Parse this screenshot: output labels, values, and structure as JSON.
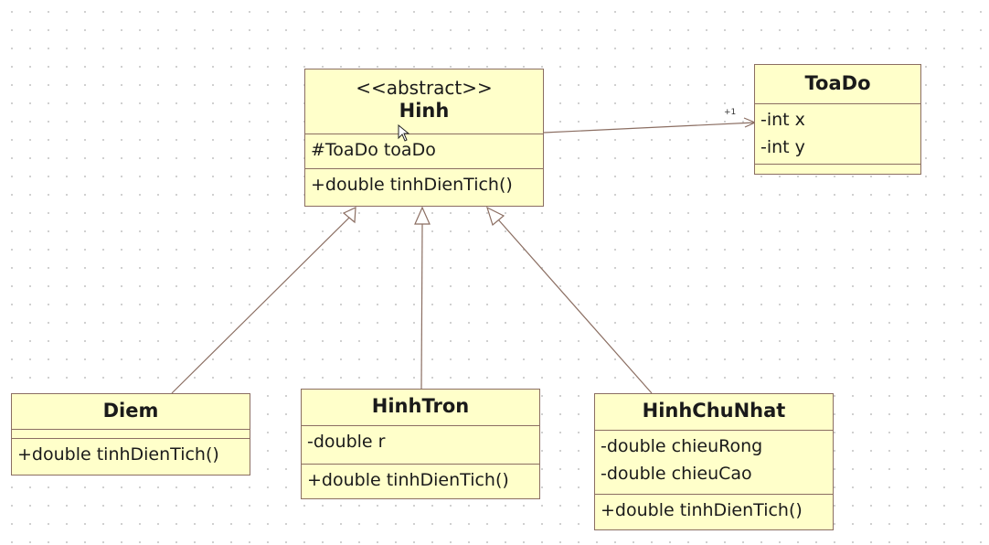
{
  "classes": {
    "hinh": {
      "stereotype": "<<abstract>>",
      "name": "Hinh",
      "attributes": [
        "#ToaDo toaDo"
      ],
      "operations": [
        "+double tinhDienTich()"
      ]
    },
    "toado": {
      "name": "ToaDo",
      "attributes": [
        "-int x",
        "-int y"
      ],
      "operations": []
    },
    "diem": {
      "name": "Diem",
      "attributes": [],
      "operations": [
        "+double tinhDienTich()"
      ]
    },
    "hinhtron": {
      "name": "HinhTron",
      "attributes": [
        "-double r"
      ],
      "operations": [
        "+double tinhDienTich()"
      ]
    },
    "hinhchunhat": {
      "name": "HinhChuNhat",
      "attributes": [
        "-double chieuRong",
        "-double chieuCao"
      ],
      "operations": [
        "+double tinhDienTich()"
      ]
    }
  },
  "association": {
    "multiplicity": "+1"
  },
  "colors": {
    "box_fill": "#ffffca",
    "box_border": "#8b6e62",
    "line": "#8b6e62"
  }
}
